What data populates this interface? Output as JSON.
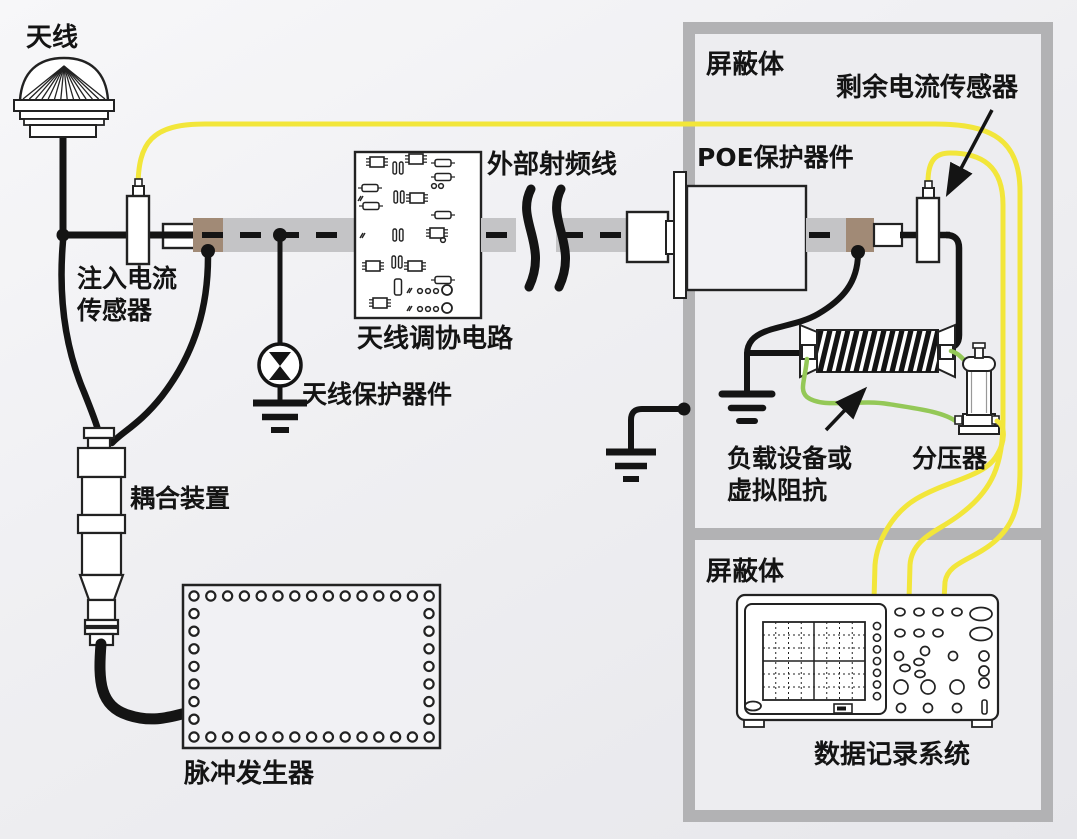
{
  "diagram": {
    "labels": {
      "antenna": "天线",
      "injection_current_sensor": [
        "注入电流",
        "传感器"
      ],
      "coupling_device": "耦合装置",
      "pulse_generator": "脉冲发生器",
      "antenna_tuning_circuit": "天线调协电路",
      "antenna_protection_device": "天线保护器件",
      "external_rf_cable": "外部射频线",
      "poe_protection_device": "POE保护器件",
      "shield_enclosure_top": "屏蔽体",
      "residual_current_sensor": "剩余电流传感器",
      "load_device": [
        "负载设备或",
        "虚拟阻抗"
      ],
      "voltage_divider": "分压器",
      "shield_enclosure_bottom": "屏蔽体",
      "data_recording_system": "数据记录系统"
    },
    "colors": {
      "signal_wire_yellow": "#f2e63a",
      "measure_wire_green": "#94c857",
      "coax_gray": "#c4c4c6",
      "connector_brown": "#a18a76",
      "shield_gray": "#b2b2b4",
      "line_black": "#141414",
      "background": "#f0f0f3"
    }
  }
}
